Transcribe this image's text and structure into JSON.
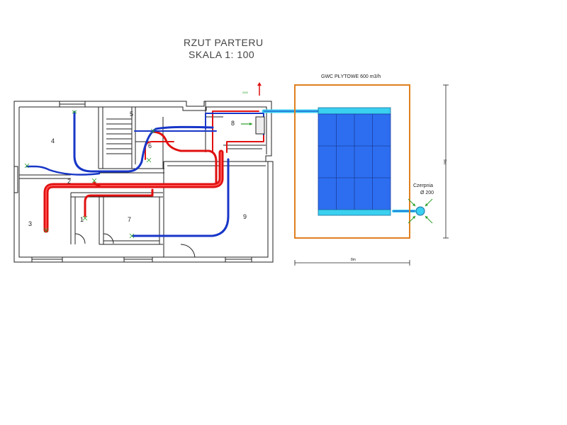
{
  "title": {
    "line1": "RZUT PARTERU",
    "line2": "SKALA 1: 100"
  },
  "gwc": {
    "label": "GWC PŁYTOWE 600 m3/h",
    "dim_width": "8m",
    "dim_height": "9m"
  },
  "intake": {
    "label": "Czerpnia",
    "size": "Ø 200"
  },
  "rooms": [
    "1",
    "2",
    "3",
    "4",
    "5",
    "6",
    "7",
    "8",
    "9"
  ],
  "colors": {
    "wall": "#222222",
    "supply": "#e01010",
    "extract": "#1836c8",
    "gwc_border": "#e08020",
    "gwc_fill": "#2d6ef0",
    "gwc_header": "#3ad0f0",
    "arrow_green": "#2aa02a"
  }
}
